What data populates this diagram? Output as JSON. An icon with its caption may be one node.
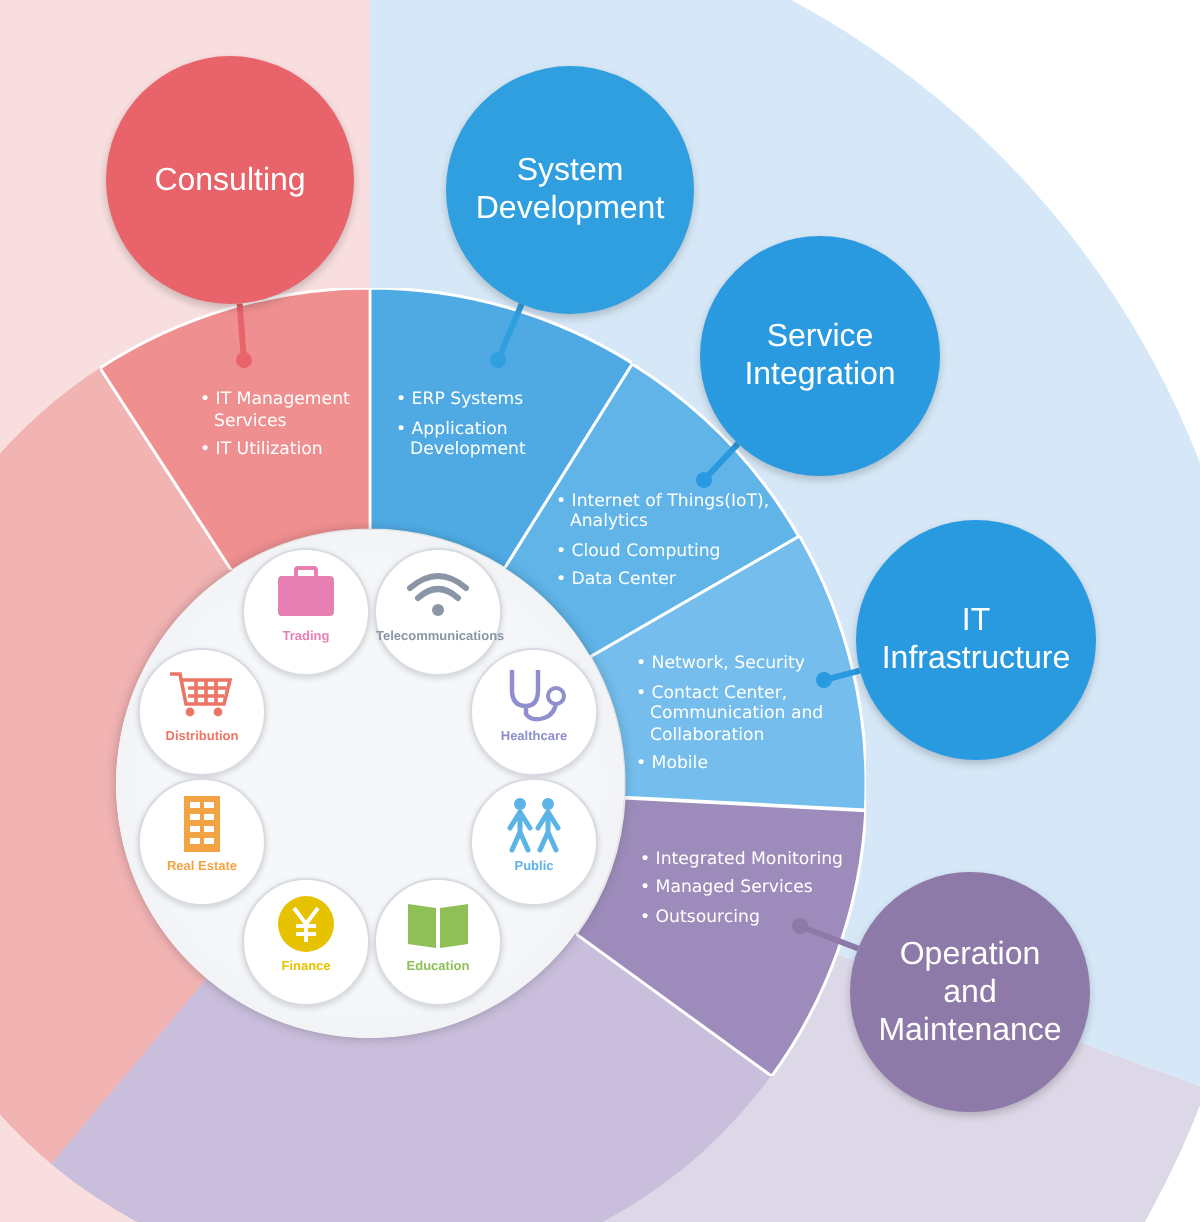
{
  "diagram": {
    "nodes": [
      {
        "text": [
          "Consulting"
        ]
      },
      {
        "text": [
          "System Development"
        ]
      },
      {
        "text": [
          "Service Integration"
        ]
      },
      {
        "text": [
          "IT Infrastructure"
        ]
      },
      {
        "text": [
          "Operation and Maintenance"
        ]
      },
      {
        "text": [
          "• IT Management Services",
          "• IT Utilization"
        ]
      },
      {
        "text": [
          "• ERP Systems",
          "• Application Development"
        ]
      },
      {
        "text": [
          "• Internet of Things(IoT), Analytics",
          "• Cloud Computing",
          "• Data Center"
        ]
      },
      {
        "text": [
          "• Network, Security",
          "• Contact Center, Communication and Collaboration",
          "• Mobile"
        ]
      },
      {
        "text": [
          "• Integrated Monitoring",
          "• Managed Services",
          "• Outsourcing"
        ]
      },
      {
        "text": [],
        "shape": "circle"
      },
      {
        "text": [
          "Trading"
        ],
        "in": 10
      },
      {
        "text": [
          "Telecommunications"
        ],
        "in": 10
      },
      {
        "text": [
          "Distribution"
        ],
        "in": 10
      },
      {
        "text": [
          "Healthcare"
        ],
        "in": 10
      },
      {
        "text": [
          "Real Estate"
        ],
        "in": 10
      },
      {
        "text": [
          "Public"
        ],
        "in": 10
      },
      {
        "text": [
          "Finance"
        ],
        "in": 10
      },
      {
        "text": [
          "Education"
        ],
        "in": 10
      }
    ],
    "edges": [
      {
        "from": 0,
        "to": 5,
        "arrow": "other",
        "color": "#e8636a"
      },
      {
        "from": 1,
        "to": 6,
        "arrow": "other",
        "color": "#2f9fe0"
      },
      {
        "from": 2,
        "to": 7,
        "arrow": "other",
        "color": "#2a9ae0"
      },
      {
        "from": 3,
        "to": 8,
        "arrow": "other",
        "color": "#2a9ae0"
      },
      {
        "from": 4,
        "to": 9,
        "arrow": "other",
        "color": "#8e7aa8"
      }
    ]
  }
}
